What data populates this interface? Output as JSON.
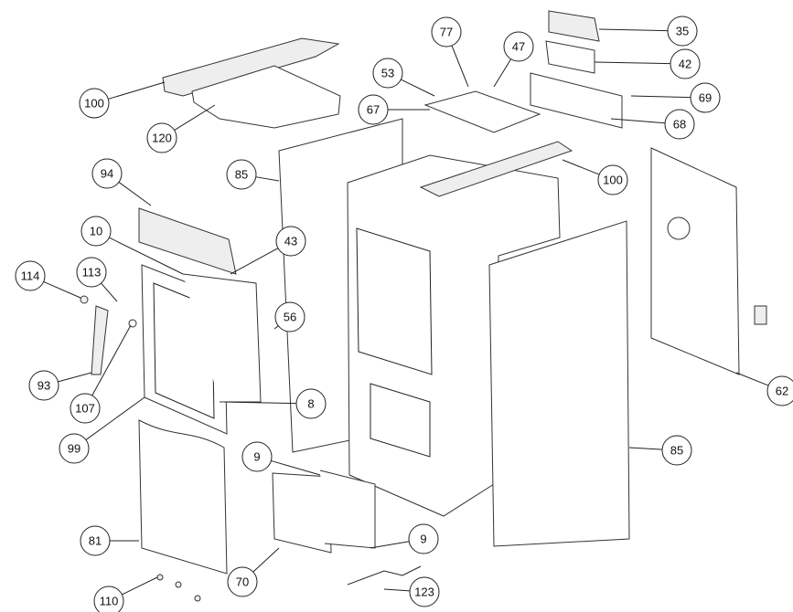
{
  "diagram": {
    "type": "exploded-parts-diagram",
    "callouts": [
      "100",
      "120",
      "94",
      "10",
      "114",
      "113",
      "93",
      "107",
      "99",
      "81",
      "110",
      "85",
      "43",
      "56",
      "8",
      "9",
      "70",
      "9",
      "123",
      "85",
      "62",
      "100",
      "68",
      "69",
      "42",
      "35",
      "47",
      "77",
      "53",
      "67"
    ]
  }
}
